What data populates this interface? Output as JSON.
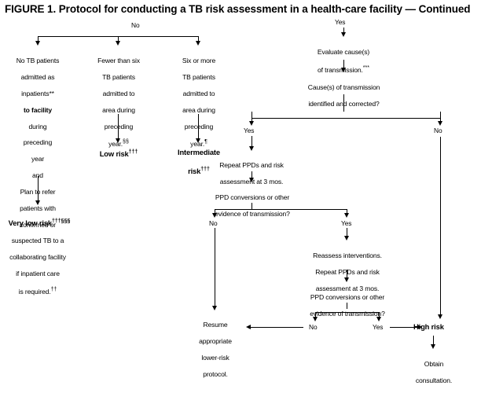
{
  "figure": {
    "title": "FIGURE 1. Protocol for conducting a TB risk assessment in a health-care facility — Continued"
  },
  "branch_labels": {
    "left_no": "No",
    "right_yes": "Yes",
    "cause_yes": "Yes",
    "cause_no": "No",
    "ppd1_no": "No",
    "ppd1_yes": "Yes",
    "ppd2_no": "No",
    "ppd2_yes": "Yes"
  },
  "nodes": {
    "col1_text": "No TB patients admitted as inpatients** to facility during preceding year and Plan to refer patients with confirmed or suspected TB to a collaborating facility if inpatient care is required.††",
    "col1_l1": "No TB patients",
    "col1_l2": "admitted as",
    "col1_l3": "inpatients**",
    "col1_l4": "to facility",
    "col1_l5": "during",
    "col1_l6": "preceding",
    "col1_l7": "year",
    "col1_l8": "and",
    "col1_l9": "Plan to refer",
    "col1_l10": "patients with",
    "col1_l11": "confirmed or",
    "col1_l12": "suspected TB to a",
    "col1_l13": "collaborating facility",
    "col1_l14": "if inpatient care",
    "col1_l15": "is required.",
    "col1_l15_ftn": "††",
    "col1_result": "Very low risk",
    "col1_result_ftn": "†††§§§",
    "col2_l1": "Fewer than six",
    "col2_l2": "TB patients",
    "col2_l3": "admitted to",
    "col2_l4": "area during",
    "col2_l5": "preceding",
    "col2_l6": "year.",
    "col2_l6_ftn": "§§",
    "col2_result": "Low risk",
    "col2_result_ftn": "†††",
    "col3_l1": "Six or more",
    "col3_l2": "TB patients",
    "col3_l3": "admitted to",
    "col3_l4": "area during",
    "col3_l5": "preceding",
    "col3_l6": "year.",
    "col3_l6_ftn": "¶",
    "col3_result_l1": "Intermediate",
    "col3_result_l2": "risk",
    "col3_result_ftn": "†††",
    "evaluate_l1": "Evaluate cause(s)",
    "evaluate_l2": "of transmission.",
    "evaluate_ftn": "***",
    "cause_q_l1": "Cause(s) of transmission",
    "cause_q_l2": "identified and corrected?",
    "repeat1_l1": "Repeat PPDs and risk",
    "repeat1_l2": "assessment at 3 mos.",
    "ppd_q1_l1": "PPD conversions or other",
    "ppd_q1_l2": "evidence of transmission?",
    "reassess_l1": "Reassess interventions.",
    "reassess_l2": "Repeat PPDs and risk",
    "reassess_l3": "assessment at 3 mos.",
    "ppd_q2_l1": "PPD conversions or other",
    "ppd_q2_l2": "evidence of transmission?",
    "resume_l1": "Resume",
    "resume_l2": "appropriate",
    "resume_l3": "lower-risk",
    "resume_l4": "protocol.",
    "high_risk": "High risk",
    "obtain_l1": "Obtain",
    "obtain_l2": "consultation."
  },
  "colors": {
    "ink": "#000000",
    "background": "#ffffff"
  }
}
